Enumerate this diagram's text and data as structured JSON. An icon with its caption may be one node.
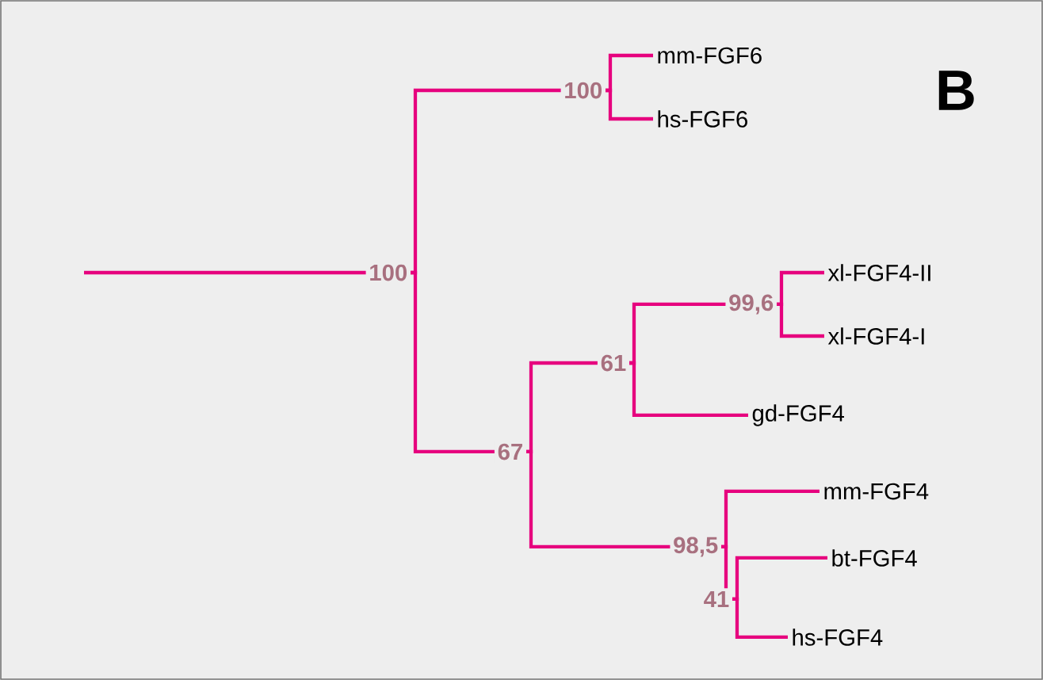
{
  "diagram": {
    "nodes": [
      {
        "text": [
          "100"
        ]
      },
      {
        "text": [
          "100"
        ]
      },
      {
        "text": [
          "mm-FGF6"
        ]
      },
      {
        "text": [
          "hs-FGF6"
        ]
      },
      {
        "text": [
          "67"
        ]
      },
      {
        "text": [
          "61"
        ]
      },
      {
        "text": [
          "99,6"
        ]
      },
      {
        "text": [
          "xl-FGF4-II"
        ]
      },
      {
        "text": [
          "xl-FGF4-I"
        ]
      },
      {
        "text": [
          "gd-FGF4"
        ]
      },
      {
        "text": [
          "98,5"
        ]
      },
      {
        "text": [
          "mm-FGF4"
        ]
      },
      {
        "text": [
          "41"
        ]
      },
      {
        "text": [
          "bt-FGF4"
        ]
      },
      {
        "text": [
          "hs-FGF4"
        ]
      }
    ],
    "edges": [
      {
        "from": null,
        "to": 0,
        "arrow": "none"
      },
      {
        "from": 0,
        "to": 1,
        "arrow": "none"
      },
      {
        "from": 1,
        "to": 2,
        "arrow": "none"
      },
      {
        "from": 1,
        "to": 3,
        "arrow": "none"
      },
      {
        "from": 0,
        "to": 4,
        "arrow": "none"
      },
      {
        "from": 4,
        "to": 5,
        "arrow": "none"
      },
      {
        "from": 5,
        "to": 6,
        "arrow": "none"
      },
      {
        "from": 6,
        "to": 7,
        "arrow": "none"
      },
      {
        "from": 6,
        "to": 8,
        "arrow": "none"
      },
      {
        "from": 5,
        "to": 9,
        "arrow": "none"
      },
      {
        "from": 4,
        "to": 10,
        "arrow": "none"
      },
      {
        "from": 10,
        "to": 11,
        "arrow": "none"
      },
      {
        "from": 10,
        "to": 12,
        "arrow": "none"
      },
      {
        "from": 12,
        "to": 13,
        "arrow": "none"
      },
      {
        "from": 12,
        "to": 14,
        "arrow": "none"
      }
    ],
    "labels": [
      "B"
    ]
  }
}
